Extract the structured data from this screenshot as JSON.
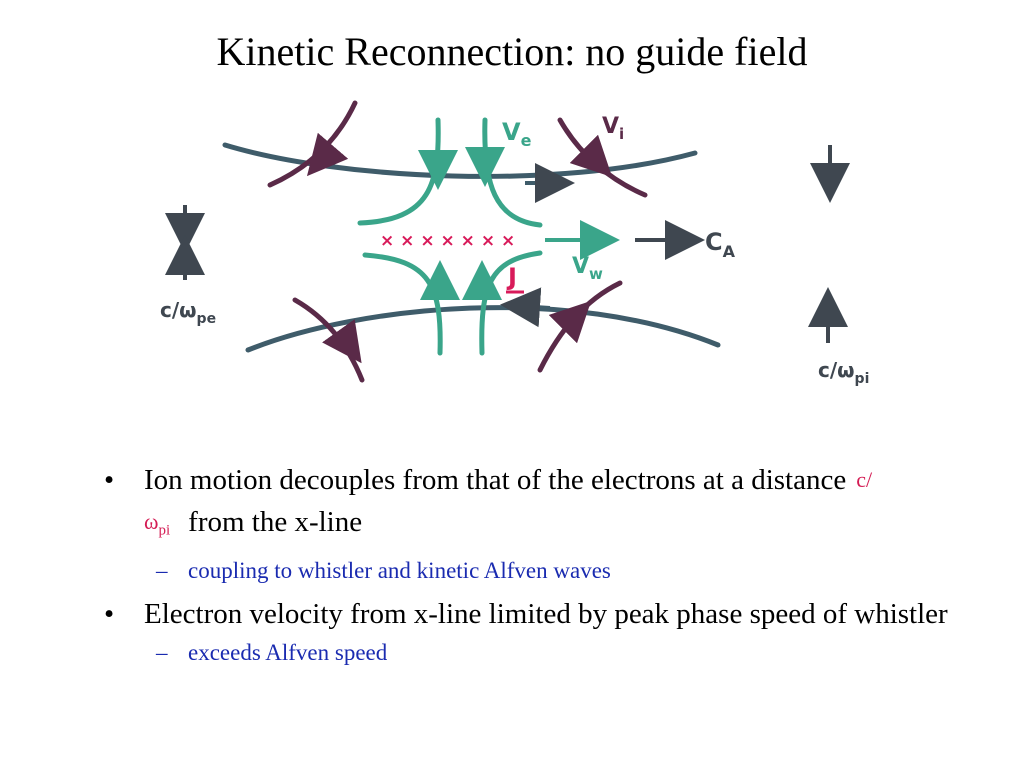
{
  "slide": {
    "title": "Kinetic Reconnection: no guide field"
  },
  "diagram": {
    "labels": {
      "ve": "V",
      "ve_sub": "e",
      "vi": "V",
      "vi_sub": "i",
      "ca": "C",
      "ca_sub": "A",
      "vw": "V",
      "vw_sub": "w",
      "j": "J",
      "c_wpe": "c/ω",
      "c_wpe_sub": "pe",
      "c_wpi": "c/ω",
      "c_wpi_sub": "pi",
      "x_marks": "× × × × × × ×"
    },
    "colors": {
      "field_lines": "#3f5c6a",
      "ion_flow": "#5a2a48",
      "electron_flow": "#3aa58a",
      "current": "#d81b5a",
      "arrows": "#3f4750"
    }
  },
  "bullets": [
    {
      "text_before": "Ion motion decouples from that of the electrons at a distance",
      "symbol": "c/ω",
      "symbol_sub": "pi",
      "text_after": "from the x-line",
      "sub": "coupling to whistler and kinetic Alfven waves"
    },
    {
      "text": "Electron velocity from x-line limited by peak phase speed of whistler",
      "sub": "exceeds Alfven speed"
    }
  ],
  "markers": {
    "bullet": "•",
    "dash": "–"
  }
}
